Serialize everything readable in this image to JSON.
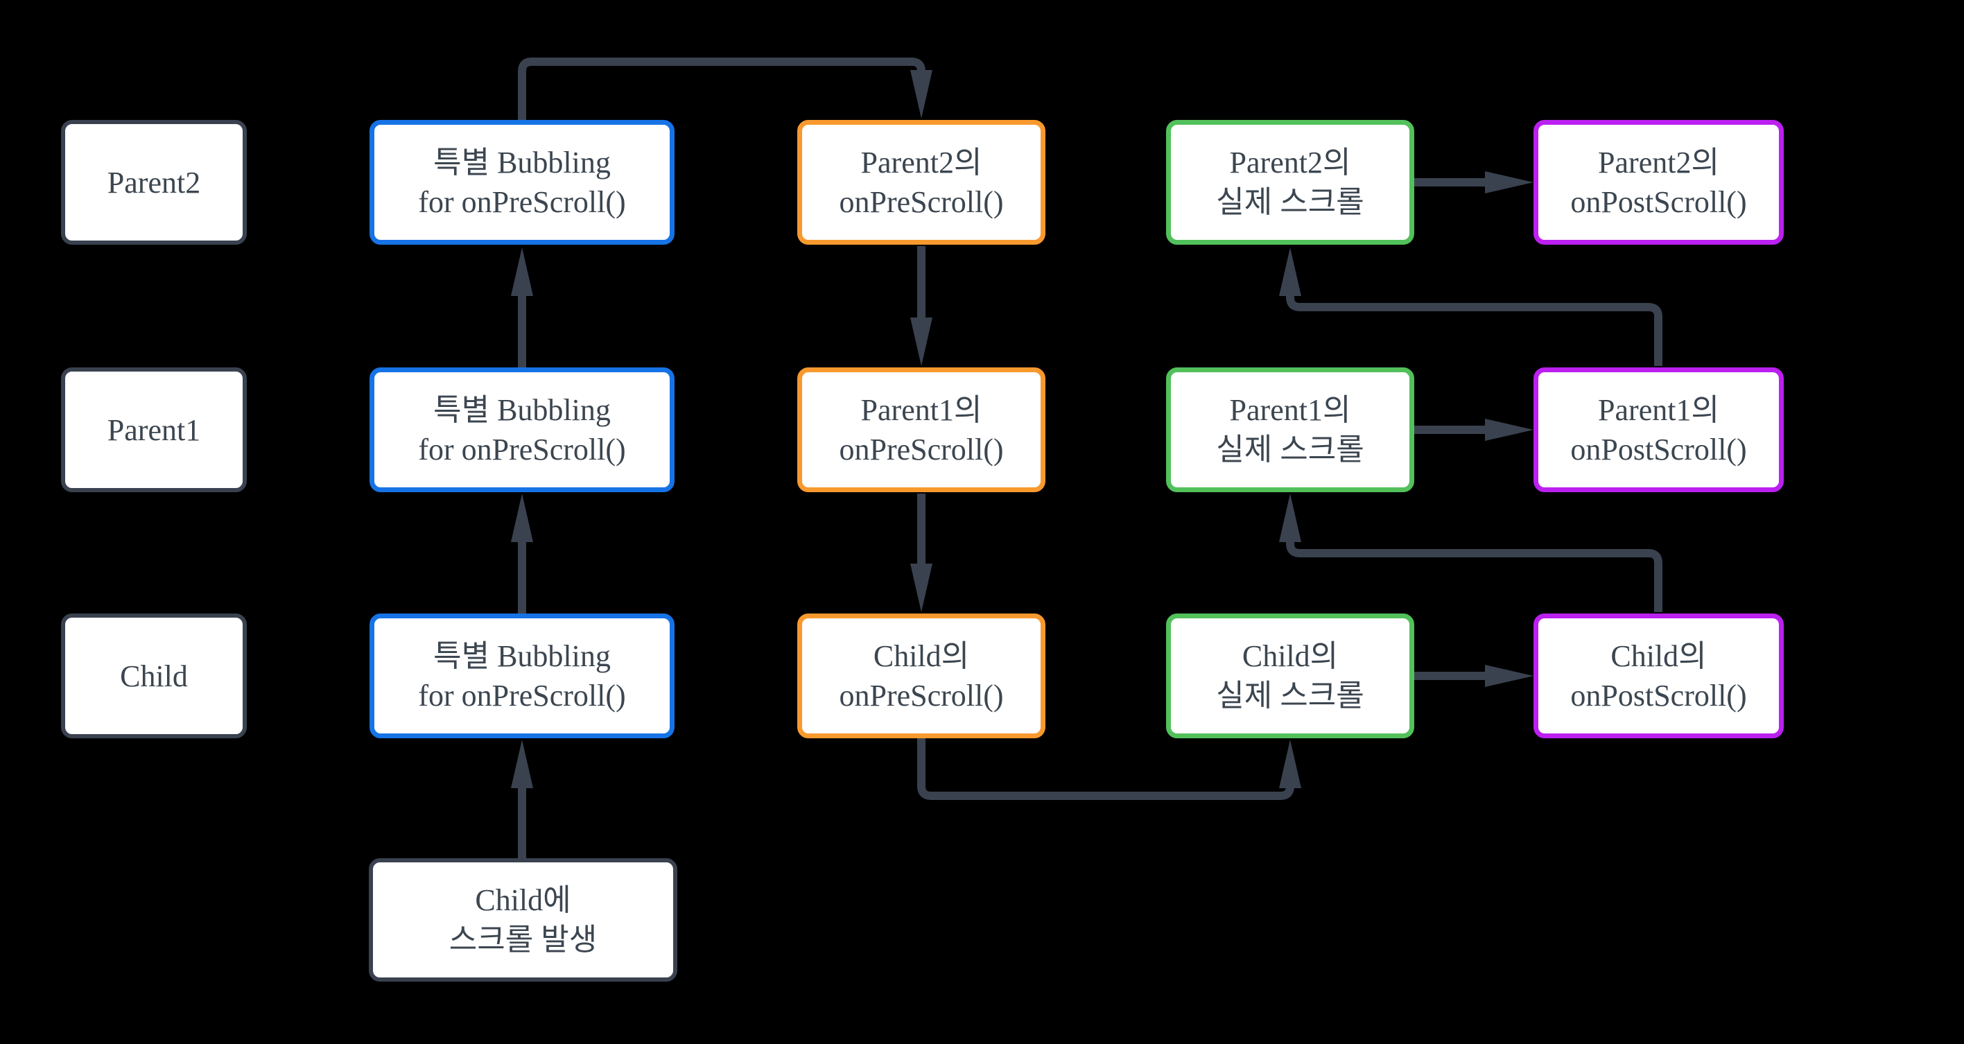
{
  "diagram": {
    "background": "#000000",
    "colors": {
      "bg": "#000000",
      "arrow": "#3A4250",
      "box-fill": "#FFFFFF",
      "box-text": "#3C4650",
      "label-border": "#3A4250",
      "bubbling-border": "#1673E6",
      "pre-border": "#F8992E",
      "actual-border": "#52C15B",
      "post-border": "#BB20F0"
    }
  },
  "levels": [
    {
      "name": "Parent2",
      "bubbling_line1": "특별 Bubbling",
      "bubbling_line2": "for onPreScroll()",
      "pre_line1": "Parent2의",
      "pre_line2": "onPreScroll()",
      "scroll_line1": "Parent2의",
      "scroll_line2": "실제 스크롤",
      "post_line1": "Parent2의",
      "post_line2": "onPostScroll()"
    },
    {
      "name": "Parent1",
      "bubbling_line1": "특별 Bubbling",
      "bubbling_line2": "for onPreScroll()",
      "pre_line1": "Parent1의",
      "pre_line2": "onPreScroll()",
      "scroll_line1": "Parent1의",
      "scroll_line2": "실제 스크롤",
      "post_line1": "Parent1의",
      "post_line2": "onPostScroll()"
    },
    {
      "name": "Child",
      "bubbling_line1": "특별 Bubbling",
      "bubbling_line2": "for onPreScroll()",
      "pre_line1": "Child의",
      "pre_line2": "onPreScroll()",
      "scroll_line1": "Child의",
      "scroll_line2": "실제 스크롤",
      "post_line1": "Child의",
      "post_line2": "onPostScroll()"
    }
  ],
  "source": {
    "line1": "Child에",
    "line2": "스크롤 발생"
  }
}
